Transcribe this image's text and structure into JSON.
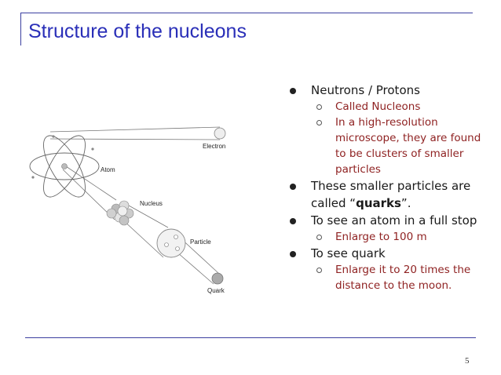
{
  "slide": {
    "title": "Structure of the nucleons",
    "page_number": "5"
  },
  "diagram": {
    "labels": {
      "electron": "Electron",
      "atom": "Atom",
      "nucleus": "Nucleus",
      "particle": "Particle",
      "quark": "Quark"
    }
  },
  "bullets": [
    {
      "text": "Neutrons / Protons",
      "sub": [
        "Called Nucleons",
        "In a high-resolution microscope, they are found to be clusters of smaller particles"
      ]
    },
    {
      "text_before": "These smaller particles are called “",
      "text_bold": "quarks",
      "text_after": "”."
    },
    {
      "text": "To see an atom in a full stop",
      "sub": [
        "Enlarge to 100 m"
      ]
    },
    {
      "text": "To see quark",
      "sub": [
        "Enlarge it to 20 times the distance to the moon."
      ]
    }
  ],
  "colors": {
    "title": "#2a2fb8",
    "rules": "#3b3fa0",
    "sub_bullet_text": "#8f2222"
  }
}
